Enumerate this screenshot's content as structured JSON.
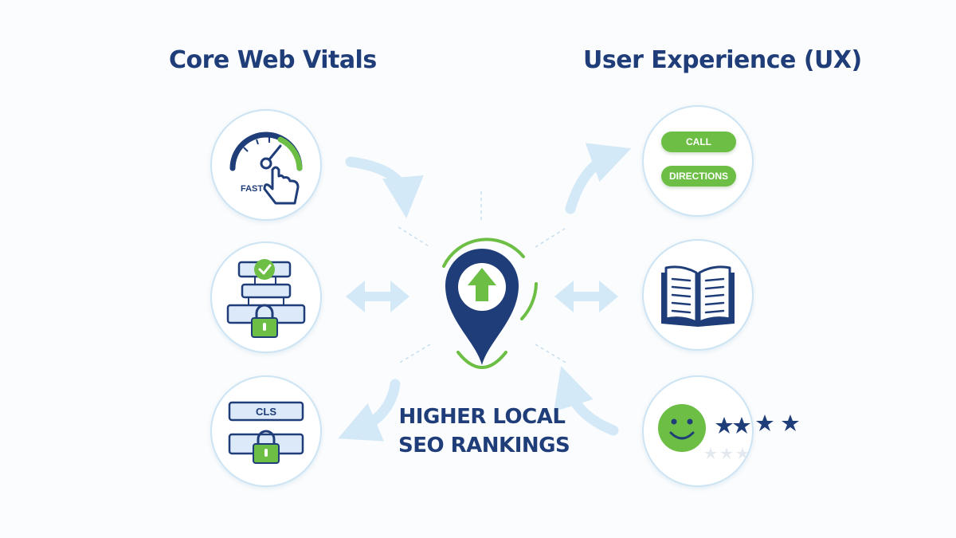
{
  "left_heading": "Core Web Vitals",
  "right_heading": "User Experience (UX)",
  "center": {
    "line1": "HIGHER LOCAL",
    "line2": "SEO RANKINGS"
  },
  "speed_gauge": {
    "label": "FAST"
  },
  "layout_shift": {
    "label": "CLS"
  },
  "cta_buttons": {
    "call": "CALL",
    "directions": "DIRECTIONS"
  },
  "review": {
    "rating": 4,
    "max": 4
  },
  "colors": {
    "navy": "#1f3d78",
    "green": "#6cbe45",
    "light_blue": "#cde4f4",
    "arrow_blue": "#d4e9f7"
  }
}
